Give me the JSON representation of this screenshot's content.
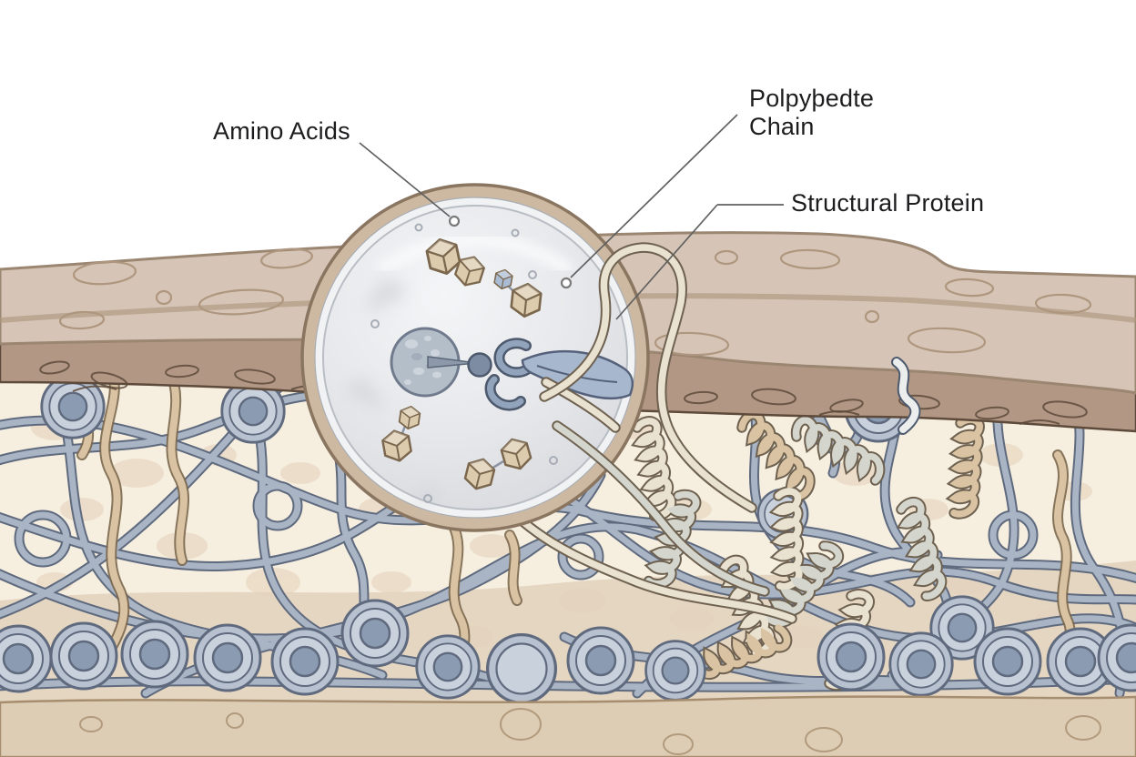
{
  "labels": {
    "amino_acids": "Amino Acids",
    "polypeptide_chain": "Polpyþedte Chain",
    "structural_protein": "Structural Protein"
  },
  "palette": {
    "background": "#ffffff",
    "epidermis": "#d6c5b6",
    "epidermis_outline": "#9b8672",
    "epidermis_detail": "#ae967f",
    "dermis": "#b29784",
    "dermis_outline": "#5d4a3a",
    "matrix": "#f6efe0",
    "matrix_blotch": "#e8d8c2",
    "matrix_lower": "#e3d3be",
    "fiber": "#a9b4c4",
    "fiber_outline": "#5f6a7e",
    "cell_body": "#b7c1cf",
    "cell_nucleus": "#8b9cb2",
    "ribbon_cream": "#eae2d0",
    "ribbon_gray": "#d4d6cd",
    "ribbon_tan": "#d9c3a2",
    "ribbon_outline": "#6e6150",
    "vesicle_ring": "#cdb9a2",
    "vesicle_ring_outline": "#8a7560",
    "cube": "#dccbad",
    "cube_blue": "#a9bcd3",
    "cube_outline": "#7b674d",
    "ribosome": "#b4bec9",
    "ribosome_dark": "#76869e",
    "chain_blue": "#a7b8ce",
    "chain_outline": "#55617a",
    "bottom_band": "#ddcdb4",
    "bottom_outline": "#a78d6f",
    "label_text": "#1d1d1f",
    "leader": "#606060"
  }
}
